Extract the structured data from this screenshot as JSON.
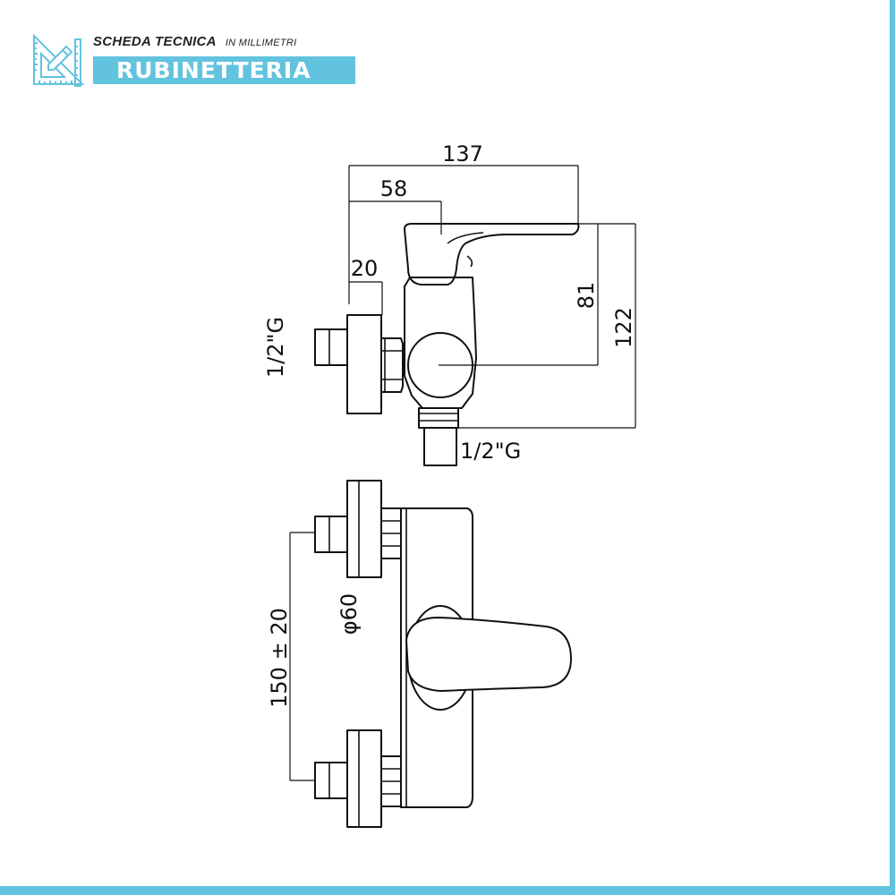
{
  "header": {
    "title": "SCHEDA TECNICA",
    "units": "IN MILLIMETRI",
    "category": "RUBINETTERIA"
  },
  "dimensions": {
    "overall_depth": "137",
    "wall_to_body": "58",
    "flange_thickness": "20",
    "handle_height": "81",
    "total_height": "122",
    "inlet_thread": "1/2\"G",
    "outlet_thread": "1/2\"G",
    "flange_diameter": "φ60",
    "center_distance": "150 ± 20"
  },
  "colors": {
    "accent": "#62c3de",
    "line": "#111111"
  }
}
